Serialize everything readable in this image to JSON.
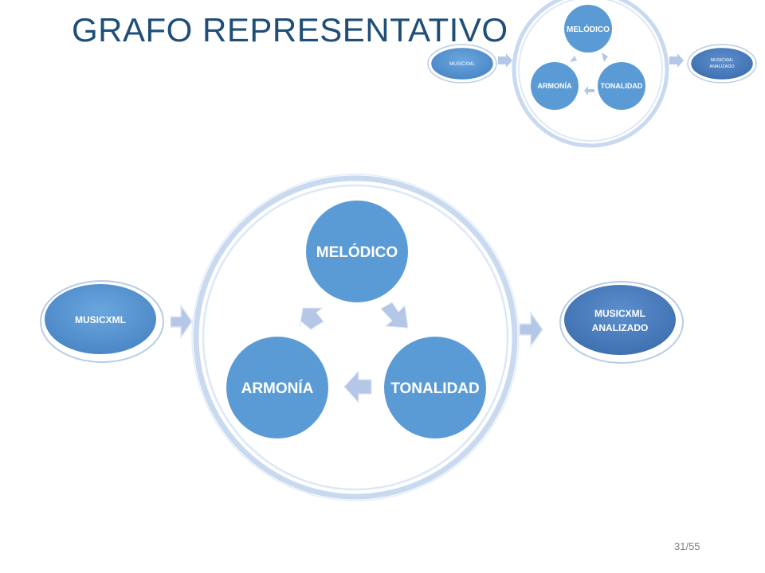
{
  "slide": {
    "title": "GRAFO REPRESENTATIVO",
    "page_number": "31/55"
  },
  "colors": {
    "title": "#1f4e79",
    "node_fill": "#5b9bd5",
    "node_text": "#ffffff",
    "ring": "#c5d9f1",
    "arrow": "#b4c7e7",
    "input_node": "#5b9bd5",
    "output_node": "#4f81bd"
  },
  "main_diagram": {
    "input_label": "MUSICXML",
    "output_label_line1": "MUSICXML",
    "output_label_line2": "ANALIZADO",
    "cycle_nodes": {
      "top": "MELÓDICO",
      "right": "TONALIDAD",
      "left": "ARMONÍA"
    }
  },
  "thumbnail_diagram": {
    "input_label": "MUSICXML",
    "output_label_line1": "MUSICXML",
    "output_label_line2": "ANALIZADO",
    "cycle_nodes": {
      "top": "MELÓDICO",
      "right": "TONALIDAD",
      "left": "ARMONÍA"
    }
  }
}
